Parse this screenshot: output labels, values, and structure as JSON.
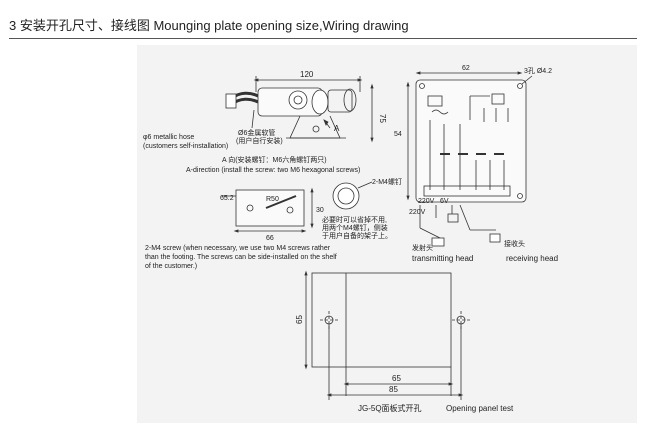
{
  "heading": "3 安装开孔尺寸、接线图 Mounging plate opening size,Wiring drawing",
  "top_view": {
    "dim_width": "120",
    "dim_height": "75",
    "a_marker": "A",
    "hose_cn": "Ø6金属软管",
    "hose_cn_note": "(用户自行安装)",
    "hose_en": "φ6 metallic hose",
    "hose_en_note": "(customers self-installation)"
  },
  "a_direction": {
    "cn": "A 向(安装螺钉：M6六角螺钉两只)",
    "en": "A-direction (install the screw: two M6 hexagonal screws)"
  },
  "side_view": {
    "dim_65_2": "65.2",
    "dim_r50": "R50",
    "dim_30": "30",
    "dim_66": "66",
    "m4_label": "2-M4螺钉",
    "m4_cn_note_1": "必要时可以省掉不用,",
    "m4_cn_note_2": "用两个M4螺钉，侧装",
    "m4_cn_note_3": "于用户自备的架子上。",
    "m4_en_note_1": "2-M4 screw (when necessary, we use two M4 screws rather",
    "m4_en_note_2": "than the footing. The screws can be side-installed on the shelf",
    "m4_en_note_3": "of the customer.)"
  },
  "wiring": {
    "dim_62": "62",
    "dim_54": "54",
    "hole_label": "3孔 Ø4.2",
    "v220": "220V",
    "v6": "6V",
    "v220b": "220V",
    "tx_cn": "发射头",
    "rx_cn": "接收头",
    "tx_en": "transmitting head",
    "rx_en": "receiving head"
  },
  "opening": {
    "dim_65": "65",
    "dim_65_bottom": "65",
    "dim_85": "85",
    "caption_cn": "JG-5Q面板式开孔",
    "caption_en": "Opening panel test"
  }
}
